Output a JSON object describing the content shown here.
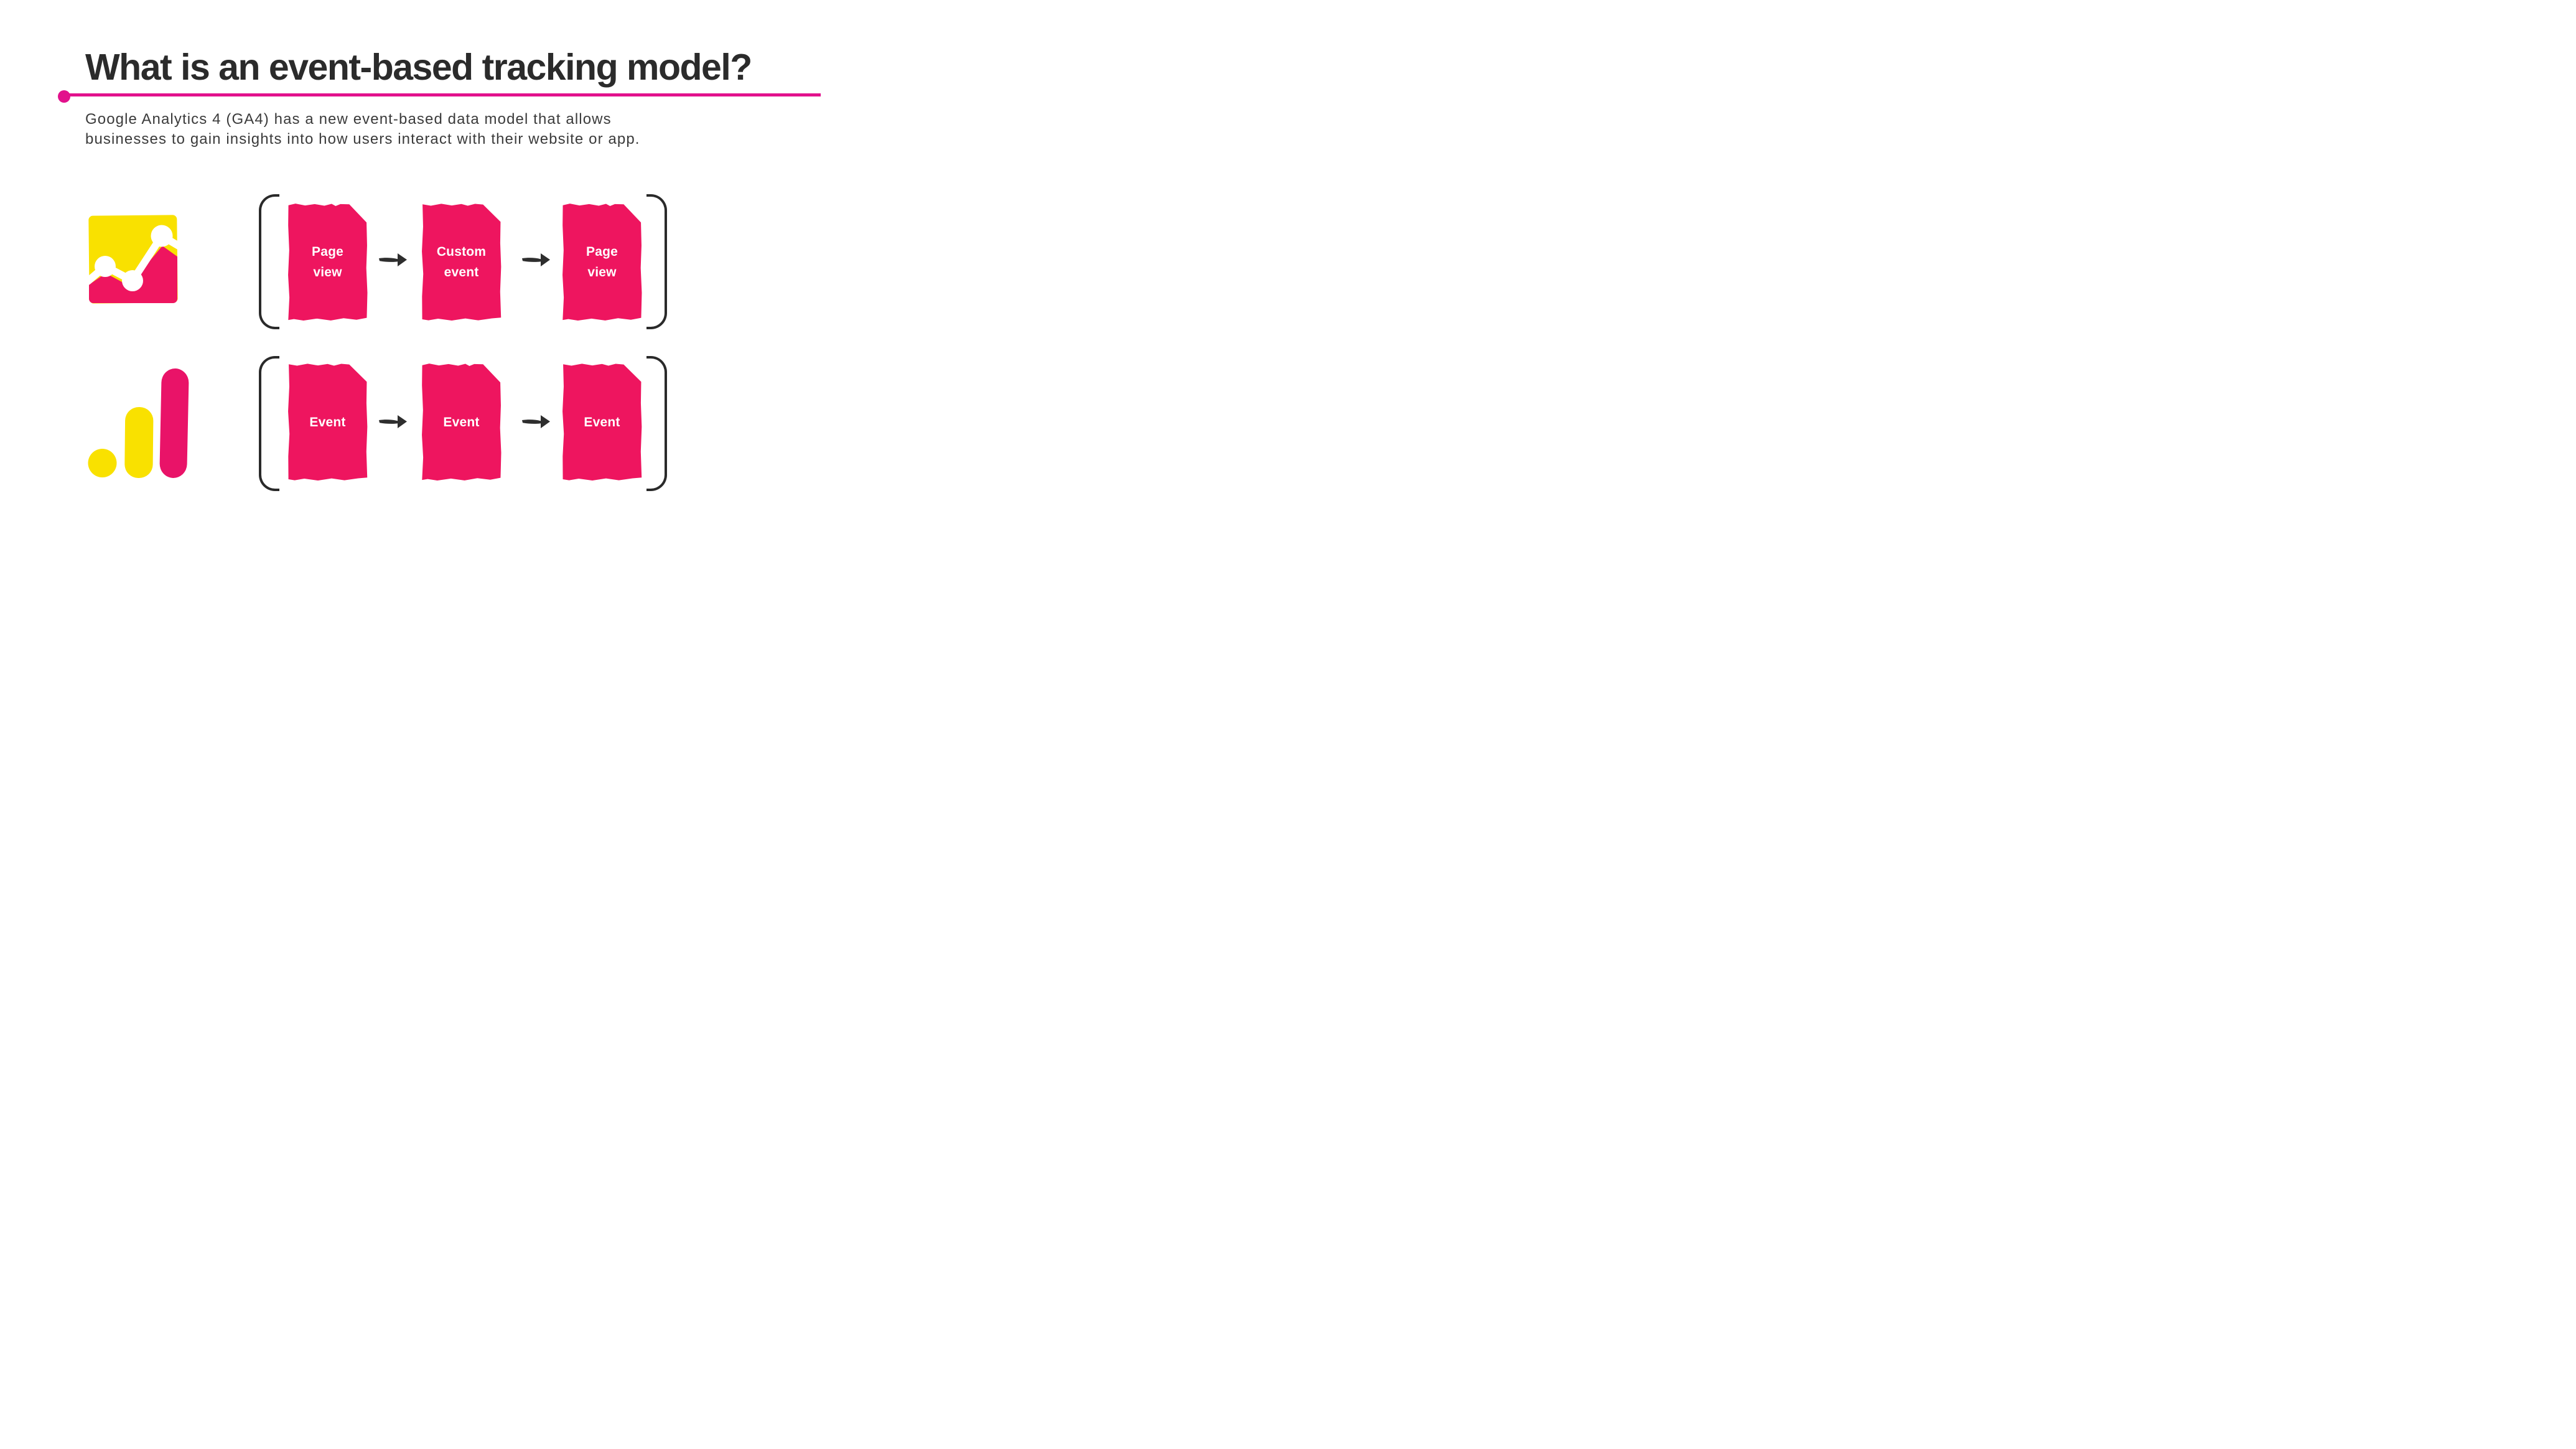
{
  "slide": {
    "title": "What is an event-based tracking model?",
    "subtitle_lines": [
      "Google Analytics 4 (GA4) has a new event-based data model that allows",
      "businesses to gain insights into how users interact with their website or app."
    ]
  },
  "colors": {
    "background": "#ffffff",
    "title_text": "#2b2b2b",
    "body_text": "#3b3b3b",
    "divider_magenta": "#e2118c",
    "card_pink": "#ee155f",
    "ga4_pill_pink": "#e91368",
    "logo_yellow": "#f9e100",
    "card_label_text": "#ffffff",
    "arrow_dark": "#2e2e2e",
    "bracket_dark": "#2a2a2a"
  },
  "icons": {
    "row1_icon": "universal-analytics-logo-icon",
    "row2_icon": "ga4-logo-icon",
    "connector_icon": "arrow-right-icon",
    "divider_icon": "dot-and-line-divider"
  },
  "diagram": {
    "rows": [
      {
        "name": "old-pageview-model",
        "cards": [
          {
            "line1": "Page",
            "line2": "view"
          },
          {
            "line1": "Custom",
            "line2": "event"
          },
          {
            "line1": "Page",
            "line2": "view"
          }
        ]
      },
      {
        "name": "ga4-event-model",
        "cards": [
          {
            "line1": "Event",
            "line2": ""
          },
          {
            "line1": "Event",
            "line2": ""
          },
          {
            "line1": "Event",
            "line2": ""
          }
        ]
      }
    ]
  }
}
